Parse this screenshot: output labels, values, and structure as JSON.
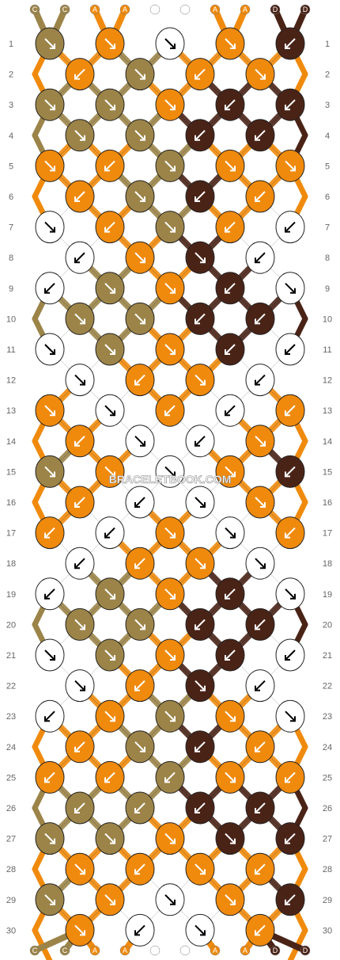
{
  "pattern": {
    "watermark": "BRACELETBOOK.COM",
    "strand_labels": [
      "C",
      "C",
      "A",
      "A",
      "B",
      "B",
      "A",
      "A",
      "D",
      "D"
    ],
    "row_numbers": [
      "1",
      "2",
      "3",
      "4",
      "5",
      "6",
      "7",
      "8",
      "9",
      "10",
      "11",
      "12",
      "13",
      "14",
      "15",
      "16",
      "17",
      "18",
      "19",
      "20",
      "21",
      "22",
      "23",
      "24",
      "25",
      "26",
      "27",
      "28",
      "29",
      "30"
    ],
    "colors": {
      "A": "#f08a0c",
      "B": "#ffffff",
      "C": "#9c8449",
      "D": "#4a2317"
    },
    "knot_rows": [
      [
        "C",
        "A",
        "B",
        "A",
        "D"
      ],
      [
        "A",
        "C",
        "A",
        "A"
      ],
      [
        "C",
        "C",
        "A",
        "D",
        "D"
      ],
      [
        "C",
        "C",
        "D",
        "D"
      ],
      [
        "A",
        "A",
        "C",
        "A",
        "A"
      ],
      [
        "A",
        "C",
        "D",
        "A"
      ],
      [
        "B",
        "A",
        "C",
        "A",
        "B"
      ],
      [
        "B",
        "A",
        "D",
        "B"
      ],
      [
        "B",
        "C",
        "A",
        "D",
        "B"
      ],
      [
        "C",
        "C",
        "D",
        "D"
      ],
      [
        "B",
        "C",
        "A",
        "D",
        "B"
      ],
      [
        "B",
        "A",
        "A",
        "B"
      ],
      [
        "A",
        "B",
        "A",
        "B",
        "A"
      ],
      [
        "A",
        "B",
        "B",
        "A"
      ],
      [
        "C",
        "A",
        "B",
        "A",
        "D"
      ],
      [
        "A",
        "B",
        "B",
        "A"
      ],
      [
        "A",
        "B",
        "A",
        "B",
        "A"
      ],
      [
        "B",
        "A",
        "A",
        "B"
      ],
      [
        "B",
        "C",
        "A",
        "D",
        "B"
      ],
      [
        "C",
        "C",
        "D",
        "D"
      ],
      [
        "B",
        "C",
        "A",
        "D",
        "B"
      ],
      [
        "B",
        "A",
        "D",
        "B"
      ],
      [
        "B",
        "A",
        "C",
        "A",
        "B"
      ],
      [
        "A",
        "C",
        "D",
        "A"
      ],
      [
        "A",
        "A",
        "C",
        "A",
        "A"
      ],
      [
        "C",
        "C",
        "D",
        "D"
      ],
      [
        "C",
        "C",
        "A",
        "D",
        "D"
      ],
      [
        "A",
        "A",
        "A",
        "A"
      ],
      [
        "C",
        "A",
        "B",
        "A",
        "D"
      ],
      [
        "A",
        "B",
        "B",
        "A"
      ]
    ],
    "knot_arrows": [
      [
        "se",
        "se",
        "se",
        "se",
        "sw"
      ],
      [
        "sw",
        "se",
        "sw",
        "se"
      ],
      [
        "se",
        "se",
        "se",
        "sw",
        "sw"
      ],
      [
        "se",
        "se",
        "sw",
        "sw"
      ],
      [
        "se",
        "sw",
        "se",
        "se",
        "se"
      ],
      [
        "sw",
        "se",
        "sw",
        "sw"
      ],
      [
        "se",
        "sw",
        "se",
        "sw",
        "sw"
      ],
      [
        "sw",
        "se",
        "se",
        "sw"
      ],
      [
        "sw",
        "se",
        "se",
        "sw",
        "se"
      ],
      [
        "se",
        "se",
        "sw",
        "sw"
      ],
      [
        "se",
        "se",
        "se",
        "sw",
        "sw"
      ],
      [
        "se",
        "sw",
        "se",
        "sw"
      ],
      [
        "se",
        "se",
        "sw",
        "sw",
        "sw"
      ],
      [
        "sw",
        "se",
        "sw",
        "se"
      ],
      [
        "se",
        "se",
        "se",
        "se",
        "sw"
      ],
      [
        "sw",
        "sw",
        "se",
        "se"
      ],
      [
        "sw",
        "sw",
        "se",
        "se",
        "sw"
      ],
      [
        "sw",
        "sw",
        "se",
        "se"
      ],
      [
        "sw",
        "se",
        "se",
        "sw",
        "se"
      ],
      [
        "se",
        "se",
        "sw",
        "sw"
      ],
      [
        "se",
        "se",
        "se",
        "sw",
        "sw"
      ],
      [
        "se",
        "sw",
        "se",
        "sw"
      ],
      [
        "sw",
        "se",
        "se",
        "se",
        "se"
      ],
      [
        "sw",
        "se",
        "sw",
        "sw"
      ],
      [
        "sw",
        "sw",
        "sw",
        "se",
        "sw"
      ],
      [
        "sw",
        "sw",
        "sw",
        "sw"
      ],
      [
        "se",
        "se",
        "se",
        "se",
        "sw"
      ],
      [
        "se",
        "sw",
        "se",
        "sw"
      ],
      [
        "se",
        "se",
        "se",
        "se",
        "sw"
      ],
      [
        "se",
        "sw",
        "se",
        "sw"
      ]
    ]
  }
}
